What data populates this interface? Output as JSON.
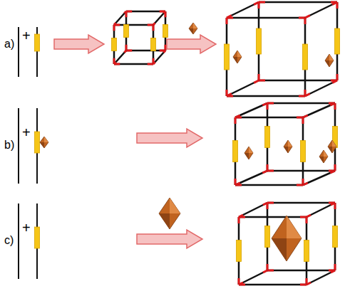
{
  "diagram": {
    "labels": [
      "a)",
      "+",
      "b)",
      "+",
      "c)",
      "+"
    ]
  }
}
